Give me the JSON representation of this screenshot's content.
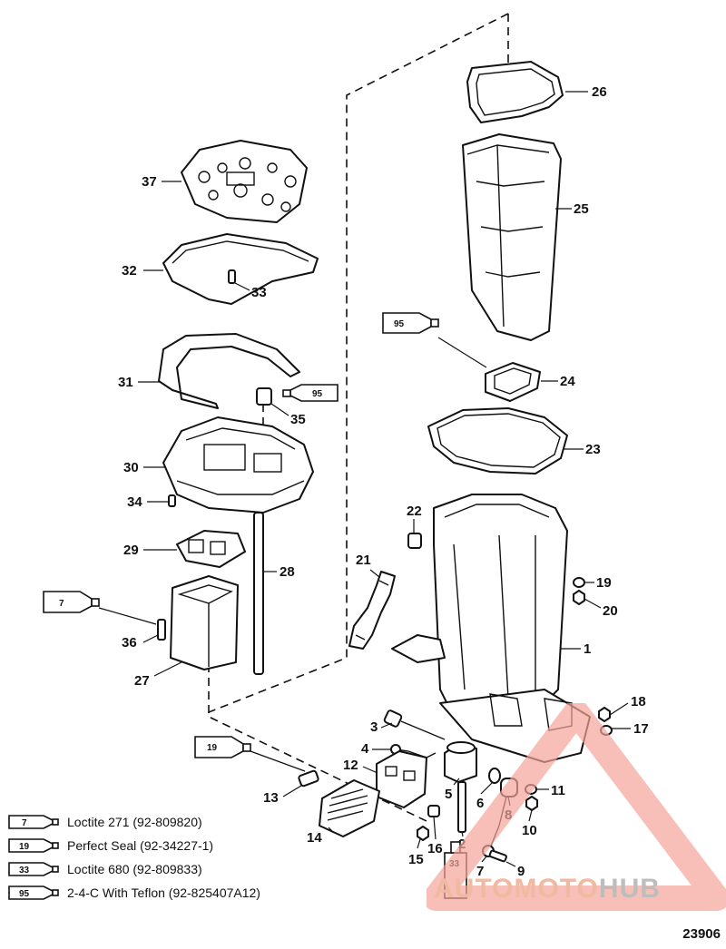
{
  "callouts": [
    "1",
    "2",
    "3",
    "4",
    "5",
    "6",
    "7",
    "8",
    "9",
    "10",
    "11",
    "12",
    "13",
    "14",
    "15",
    "16",
    "17",
    "18",
    "19",
    "20",
    "21",
    "22",
    "23",
    "24",
    "25",
    "26",
    "27",
    "28",
    "29",
    "30",
    "31",
    "32",
    "33",
    "34",
    "35",
    "36",
    "37"
  ],
  "tubes": {
    "t95_top": "95",
    "t95_mid": "95",
    "t7": "7",
    "t19": "19",
    "t33": "33"
  },
  "legend": [
    {
      "code": "7",
      "text": "Loctite 271 (92-809820)"
    },
    {
      "code": "19",
      "text": "Perfect Seal (92-34227-1)"
    },
    {
      "code": "33",
      "text": "Loctite 680 (92-809833)"
    },
    {
      "code": "95",
      "text": "2-4-C  With Teflon (92-825407A12)"
    }
  ],
  "figure_number": "23906",
  "watermark": {
    "part1": "AUTOMOTO",
    "part2": "HUB",
    "color_red": "#f3a49a",
    "color_grey": "#bdbdbd"
  }
}
